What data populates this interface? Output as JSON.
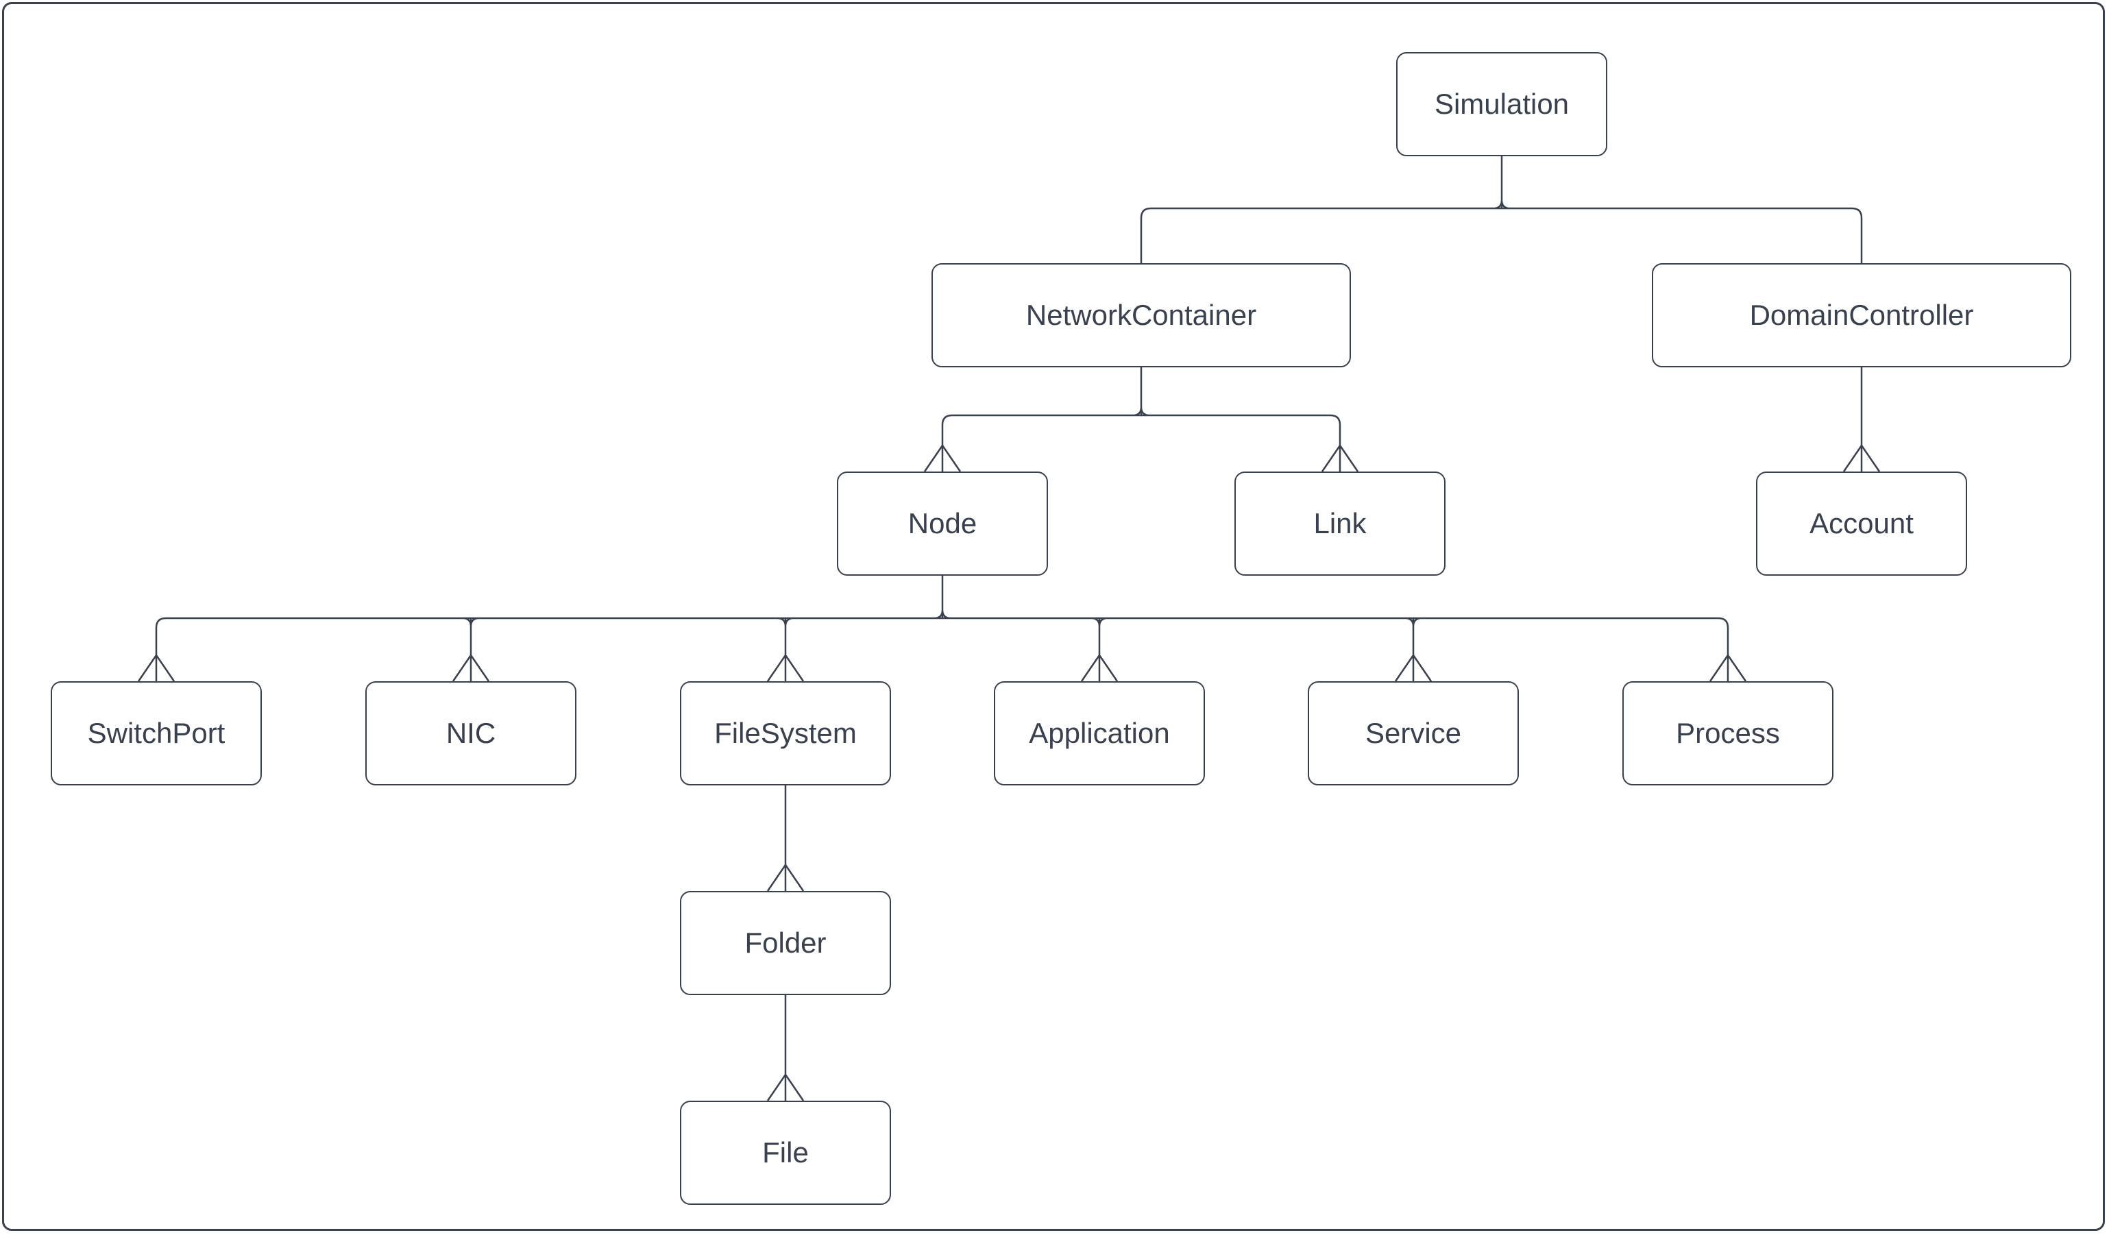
{
  "diagram": {
    "type": "tree-hierarchy",
    "nodes": [
      {
        "id": "simulation",
        "label": "Simulation"
      },
      {
        "id": "network-container",
        "label": "NetworkContainer"
      },
      {
        "id": "domain-controller",
        "label": "DomainController"
      },
      {
        "id": "node",
        "label": "Node"
      },
      {
        "id": "link",
        "label": "Link"
      },
      {
        "id": "account",
        "label": "Account"
      },
      {
        "id": "switchport",
        "label": "SwitchPort"
      },
      {
        "id": "nic",
        "label": "NIC"
      },
      {
        "id": "filesystem",
        "label": "FileSystem"
      },
      {
        "id": "application",
        "label": "Application"
      },
      {
        "id": "service",
        "label": "Service"
      },
      {
        "id": "process",
        "label": "Process"
      },
      {
        "id": "folder",
        "label": "Folder"
      },
      {
        "id": "file",
        "label": "File"
      }
    ],
    "edges": [
      {
        "from": "Simulation",
        "to": "NetworkContainer",
        "arrowhead": "none"
      },
      {
        "from": "Simulation",
        "to": "DomainController",
        "arrowhead": "none"
      },
      {
        "from": "NetworkContainer",
        "to": "Node",
        "arrowhead": "open-chevron"
      },
      {
        "from": "NetworkContainer",
        "to": "Link",
        "arrowhead": "open-chevron"
      },
      {
        "from": "DomainController",
        "to": "Account",
        "arrowhead": "open-chevron"
      },
      {
        "from": "Node",
        "to": "SwitchPort",
        "arrowhead": "open-chevron"
      },
      {
        "from": "Node",
        "to": "NIC",
        "arrowhead": "open-chevron"
      },
      {
        "from": "Node",
        "to": "FileSystem",
        "arrowhead": "open-chevron"
      },
      {
        "from": "Node",
        "to": "Application",
        "arrowhead": "open-chevron"
      },
      {
        "from": "Node",
        "to": "Service",
        "arrowhead": "open-chevron"
      },
      {
        "from": "Node",
        "to": "Process",
        "arrowhead": "open-chevron"
      },
      {
        "from": "FileSystem",
        "to": "Folder",
        "arrowhead": "open-chevron"
      },
      {
        "from": "Folder",
        "to": "File",
        "arrowhead": "open-chevron"
      }
    ],
    "style": {
      "stroke_color": "#39414E",
      "text_color": "#39414E",
      "box_fill": "#FFFFFF",
      "background": "#FFFFFF"
    }
  }
}
